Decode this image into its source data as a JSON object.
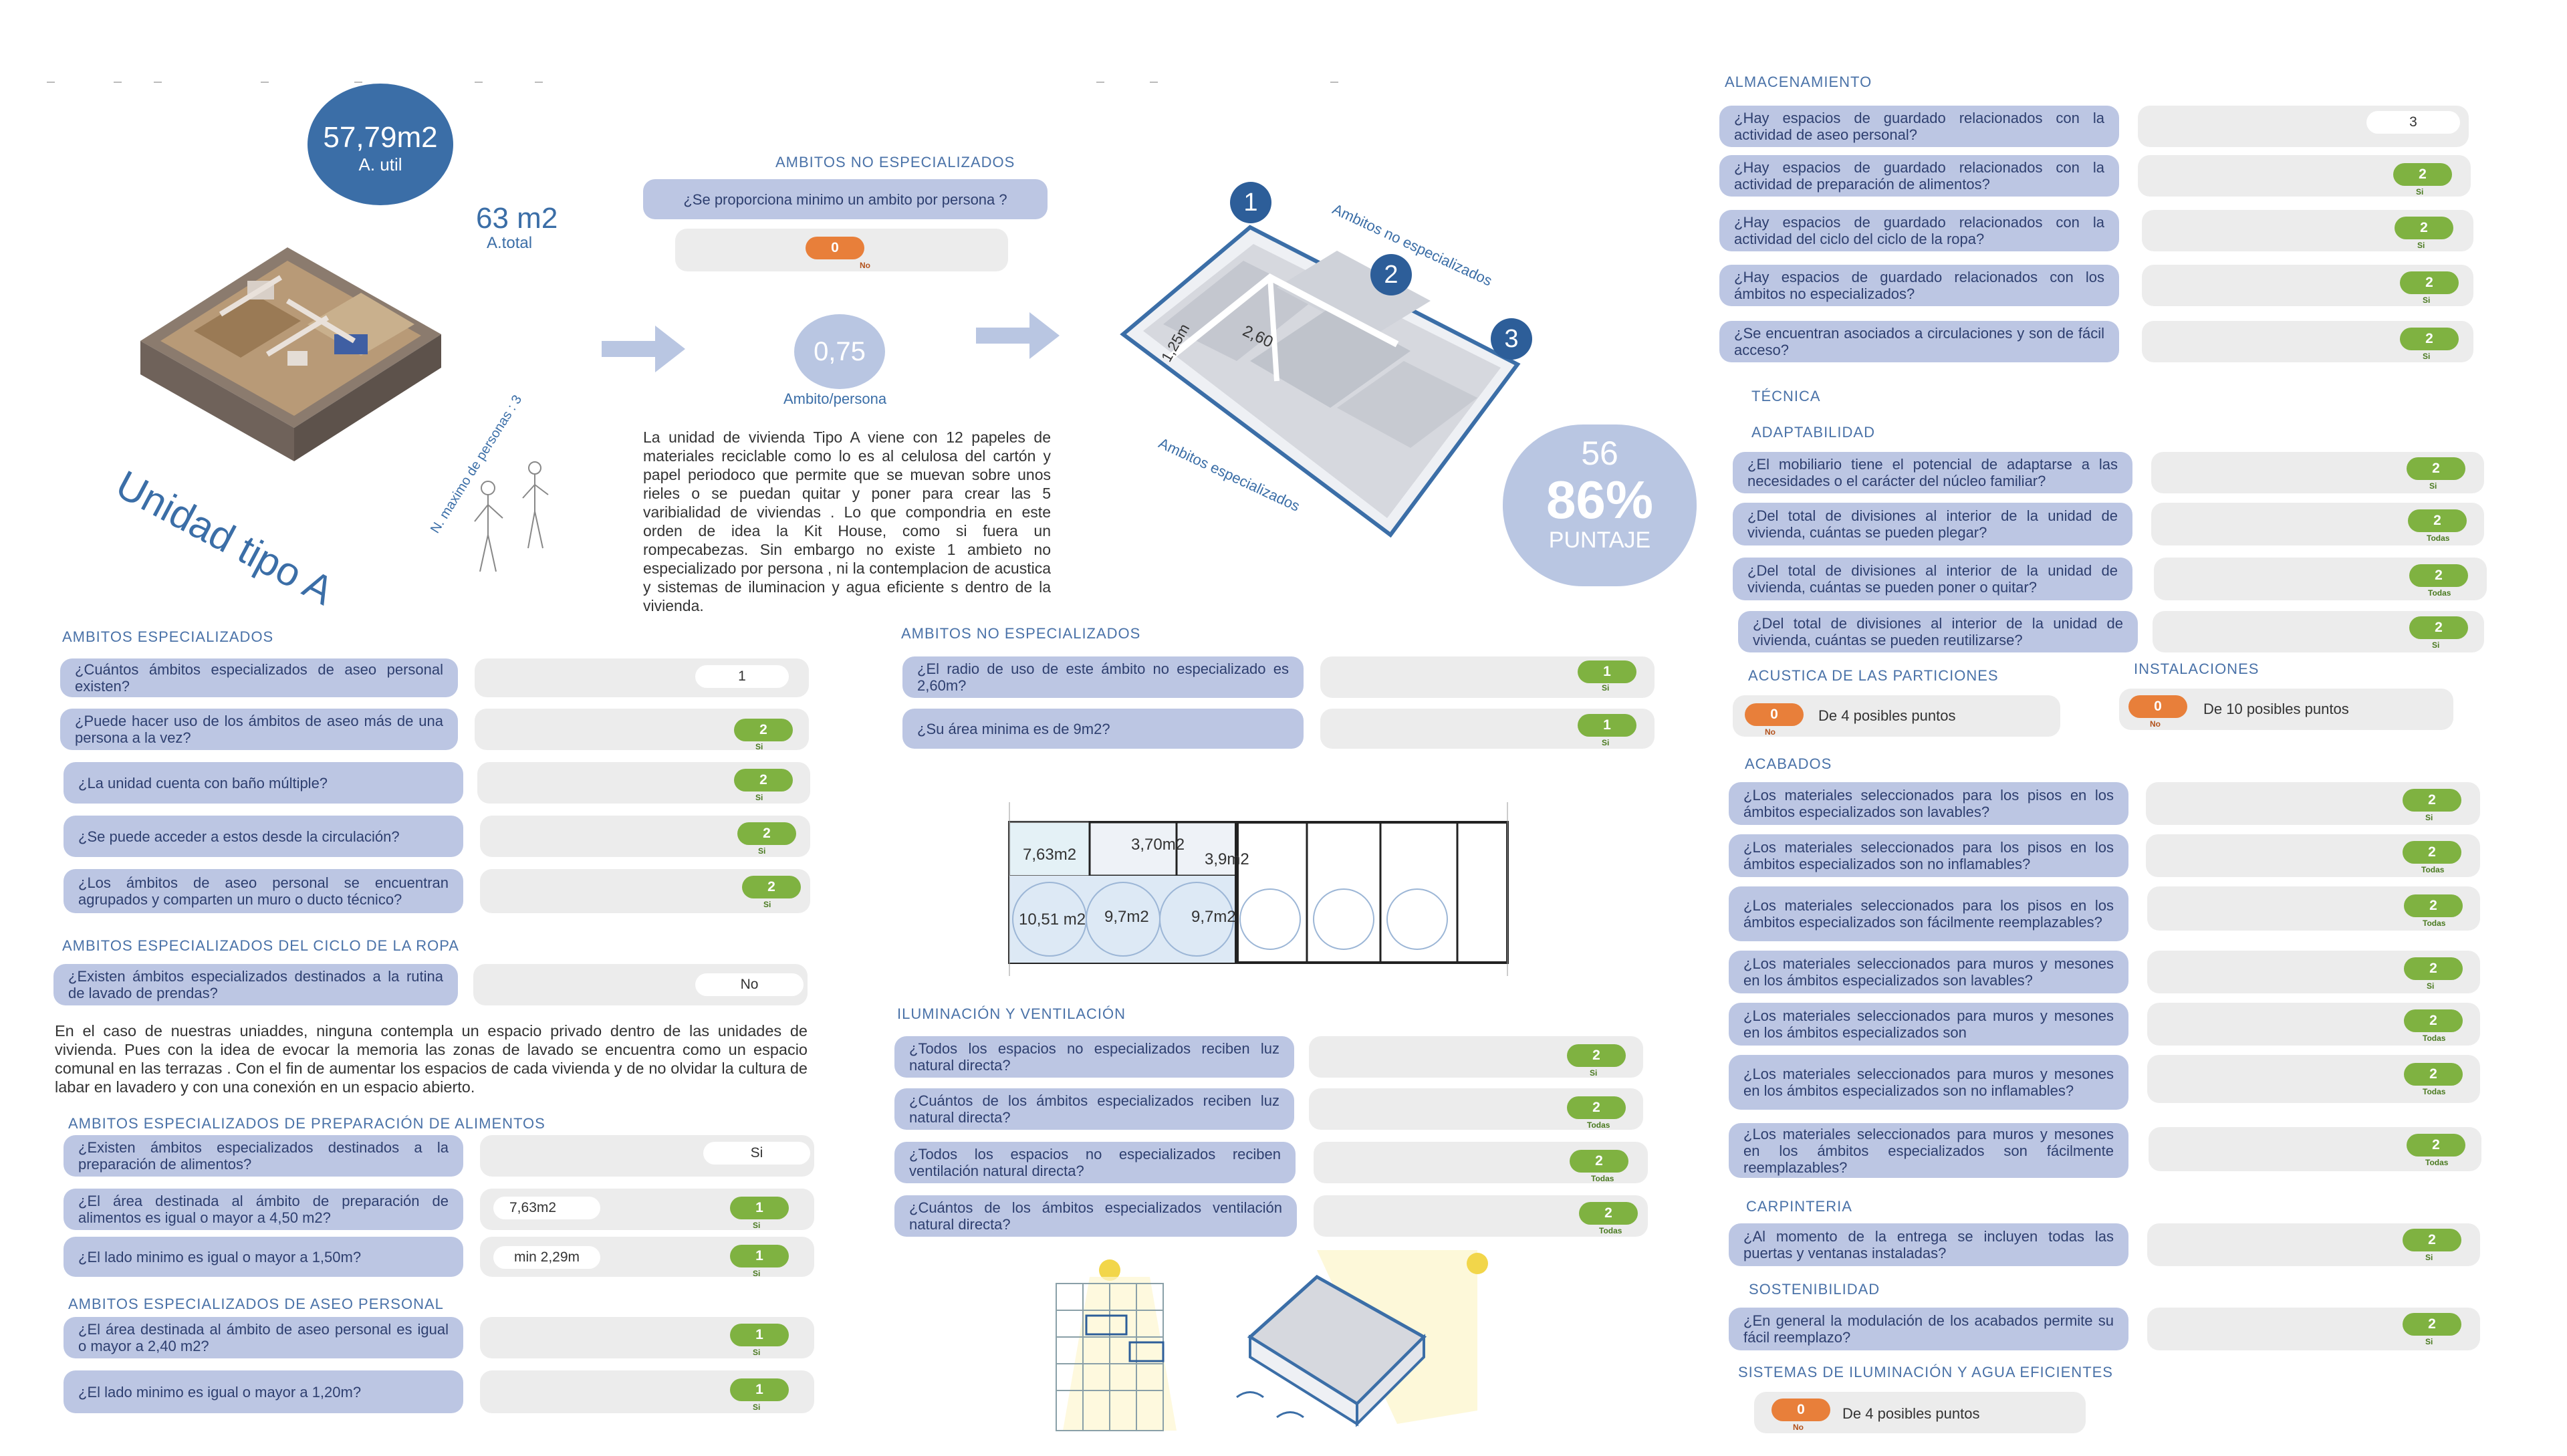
{
  "top": {
    "area_util_value": "57,79m2",
    "area_util_label": "A. util",
    "area_total_value": "63 m2",
    "area_total_label": "A.total",
    "unit_title": "Unidad tipo A",
    "max_persons": "N. maximo de personas : 3"
  },
  "no_spec_top": {
    "heading": "AMBITOS NO ESPECIALIZADOS",
    "question": "¿Se proporciona minimo un ambito por persona ?",
    "answer": "0",
    "answer_sub": "No",
    "ratio_value": "0,75",
    "ratio_label": "Ambito/persona"
  },
  "description": "La unidad de vivienda Tipo A viene con 12 papeles de materiales reciclable como lo es al celulosa del cartón  y papel periodoco que permite que se muevan sobre unos rieles o se puedan quitar y poner para crear las 5 varibialidad de viviendas . Lo que compondria en este orden de idea la Kit House, como si fuera un rompecabezas. Sin embargo no existe 1 ambieto no especializado por persona , ni la contemplacion de acustica y sistemas de iluminacion y agua eficiente s dentro de la vivienda.",
  "axon": {
    "badge1": "1",
    "badge2": "2",
    "badge3": "3",
    "label_no_spec": "Ambitos no especializados",
    "label_spec": "Ambitos especializados",
    "dim1": "2,60",
    "dim2": "1,25m"
  },
  "score": {
    "points": "56",
    "percent": "86%",
    "label": "PUNTAJE"
  },
  "left": {
    "spec_heading": "AMBITOS  ESPECIALIZADOS",
    "spec": [
      {
        "q": "¿Cuántos ámbitos especializados de aseo personal existen?",
        "v": "1",
        "s": ""
      },
      {
        "q": "¿Puede hacer uso de los ámbitos de aseo más de una persona a la vez?",
        "v": "2",
        "s": "Si"
      },
      {
        "q": "¿La unidad cuenta con baño múltiple?",
        "v": "2",
        "s": "Si"
      },
      {
        "q": "¿Se puede acceder a estos desde la circulación?",
        "v": "2",
        "s": "Si"
      },
      {
        "q": "¿Los ámbitos de aseo personal se encuentran agrupados y comparten un muro o ducto técnico?",
        "v": "2",
        "s": "Si"
      }
    ],
    "ropa_heading": "AMBITOS  ESPECIALIZADOS DEL CICLO DE LA ROPA",
    "ropa": [
      {
        "q": "¿Existen ámbitos especializados destinados a la rutina de lavado de prendas?",
        "v": "No",
        "s": ""
      }
    ],
    "ropa_text": "En el caso de nuestras uniaddes, ninguna contempla un espacio privado dentro de las unidades de vivienda. Pues con la idea de evocar la memoria las zonas de lavado se encuentra como un espacio comunal en las terrazas . Con el fin de aumentar los espacios de cada vivienda y de no olvidar la cultura de labar en lavadero y con una conexión en un espacio abierto.",
    "prep_heading": "AMBITOS  ESPECIALIZADOS DE PREPARACIÓN DE ALIMENTOS",
    "prep": [
      {
        "q": "¿Existen ámbitos especializados destinados a la preparación de alimentos?",
        "v": "Si",
        "s": "",
        "extra": ""
      },
      {
        "q": "¿El área destinada al ámbito de preparación de alimentos es igual o mayor a 4,50 m2?",
        "v": "1",
        "s": "Si",
        "extra": "7,63m2"
      },
      {
        "q": "¿El lado minimo es igual o mayor a 1,50m?",
        "v": "1",
        "s": "Si",
        "extra": "min 2,29m"
      }
    ],
    "aseo_heading": "AMBITOS  ESPECIALIZADOS DE ASEO PERSONAL",
    "aseo": [
      {
        "q": "¿El área destinada al ámbito de aseo personal es igual o mayor a 2,40 m2?",
        "v": "1",
        "s": "Si"
      },
      {
        "q": "¿El lado minimo es igual o mayor a 1,20m?",
        "v": "1",
        "s": "Si"
      }
    ]
  },
  "mid": {
    "no_spec_heading": "AMBITOS NO ESPECIALIZADOS",
    "no_spec": [
      {
        "q": "¿El radio de uso de este ámbito no especializado es 2,60m?",
        "v": "1",
        "s": "Si"
      },
      {
        "q": "¿Su área minima es de 9m2?",
        "v": "1",
        "s": "Si"
      }
    ],
    "plan_labels": [
      "7,63m2",
      "3,70m2",
      "3,9m2",
      "10,51 m2",
      "9,7m2",
      "9,7m2"
    ],
    "ilum_heading": "ILUMINACIÓN Y VENTILACIÓN",
    "ilum": [
      {
        "q": "¿Todos los espacios no especializados reciben luz natural directa?",
        "v": "2",
        "s": "Si"
      },
      {
        "q": "¿Cuántos de los ámbitos especializados reciben luz natural directa?",
        "v": "2",
        "s": "Todas"
      },
      {
        "q": "¿Todos los espacios no especializados reciben ventilación natural directa?",
        "v": "2",
        "s": "Todas"
      },
      {
        "q": "¿Cuántos de los ámbitos especializados ventilación natural directa?",
        "v": "2",
        "s": "Todas"
      }
    ]
  },
  "right": {
    "alm_heading": "ALMACENAMIENTO",
    "alm": [
      {
        "q": "¿Hay espacios de guardado relacionados con la actividad de aseo personal?",
        "v": "3",
        "s": "",
        "w": true
      },
      {
        "q": "¿Hay espacios de guardado relacionados con la actividad de preparación de alimentos?",
        "v": "2",
        "s": "Si"
      },
      {
        "q": "¿Hay espacios de guardado relacionados con la actividad del ciclo del ciclo de la ropa?",
        "v": "2",
        "s": "Si"
      },
      {
        "q": "¿Hay espacios de guardado relacionados con los ámbitos no especializados?",
        "v": "2",
        "s": "Si"
      },
      {
        "q": "¿Se encuentran asociados a circulaciones y son de fácil acceso?",
        "v": "2",
        "s": "Si"
      }
    ],
    "tecnica": "TÉCNICA",
    "adapt_heading": "ADAPTABILIDAD",
    "adapt": [
      {
        "q": "¿El mobiliario tiene el potencial de adaptarse a las necesidades o el carácter del núcleo familiar?",
        "v": "2",
        "s": "Si"
      },
      {
        "q": "¿Del total de divisiones al interior de la unidad de vivienda, cuántas se pueden plegar?",
        "v": "2",
        "s": "Todas"
      },
      {
        "q": "¿Del total de divisiones al interior de la unidad de vivienda, cuántas se pueden poner o quitar?",
        "v": "2",
        "s": "Todas"
      },
      {
        "q": "¿Del total de divisiones al interior de la unidad de vivienda, cuántas se pueden reutilizarse?",
        "v": "2",
        "s": "Si"
      }
    ],
    "acust_heading": "ACUSTICA DE LAS PARTICIONES",
    "acust": {
      "v": "0",
      "s": "No",
      "text": "De 4 posibles puntos"
    },
    "inst_heading": "INSTALACIONES",
    "inst": {
      "v": "0",
      "s": "No",
      "text": "De 10 posibles puntos"
    },
    "acab_heading": "ACABADOS",
    "acab": [
      {
        "q": "¿Los materiales seleccionados para los pisos en los ámbitos especializados son lavables?",
        "v": "2",
        "s": "Si"
      },
      {
        "q": "¿Los materiales seleccionados para los pisos en los ámbitos especializados son no inflamables?",
        "v": "2",
        "s": "Todas"
      },
      {
        "q": "¿Los materiales seleccionados para los pisos en los ámbitos especializados son fácilmente reemplazables?",
        "v": "2",
        "s": "Todas"
      },
      {
        "q": "¿Los materiales seleccionados para muros y mesones en los ámbitos especializados son lavables?",
        "v": "2",
        "s": "Si"
      },
      {
        "q": "¿Los materiales seleccionados para muros y mesones en los ámbitos especializados son",
        "v": "2",
        "s": "Todas"
      },
      {
        "q": "¿Los materiales seleccionados para muros y mesones en los ámbitos especializados son no inflamables?",
        "v": "2",
        "s": "Todas"
      },
      {
        "q": "¿Los materiales seleccionados para muros y mesones en los ámbitos especializados son fácilmente reemplazables?",
        "v": "2",
        "s": "Todas"
      }
    ],
    "carp_heading": "CARPINTERIA",
    "carp": [
      {
        "q": "¿Al momento de la entrega se incluyen todas las puertas y ventanas instaladas?",
        "v": "2",
        "s": "Si"
      }
    ],
    "sost_heading": "SOSTENIBILIDAD",
    "sost": [
      {
        "q": "¿En general la modulación de los acabados permite su fácil reemplazo?",
        "v": "2",
        "s": "Si"
      }
    ],
    "sist_heading": "SISTEMAS DE ILUMINACIÓN Y AGUA EFICIENTES",
    "sist": {
      "v": "0",
      "s": "No",
      "text": "De  4  posibles puntos"
    }
  }
}
